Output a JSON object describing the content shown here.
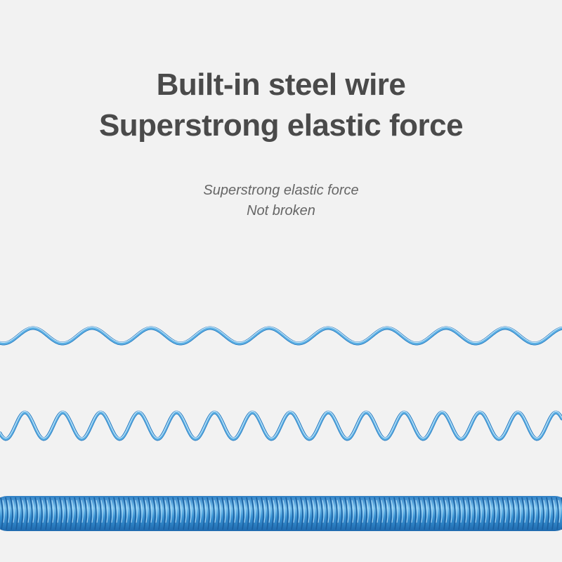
{
  "headline": {
    "line1": "Built-in steel wire",
    "line2": "Superstrong elastic force"
  },
  "subline": {
    "line1": "Superstrong elastic force",
    "line2": "Not broken"
  },
  "colors": {
    "background": "#f2f2f2",
    "headline_text": "#4a4a4a",
    "subline_text": "#666666",
    "coil_light": "#9fd3f2",
    "coil_mid": "#4aa3dc",
    "coil_dark": "#1f6fb5"
  },
  "illustration": {
    "subject": "blue-steel-wire-coils",
    "stages": [
      "loosely-stretched-wire",
      "medium-stretched-wire",
      "tightly-coiled-wire"
    ]
  }
}
